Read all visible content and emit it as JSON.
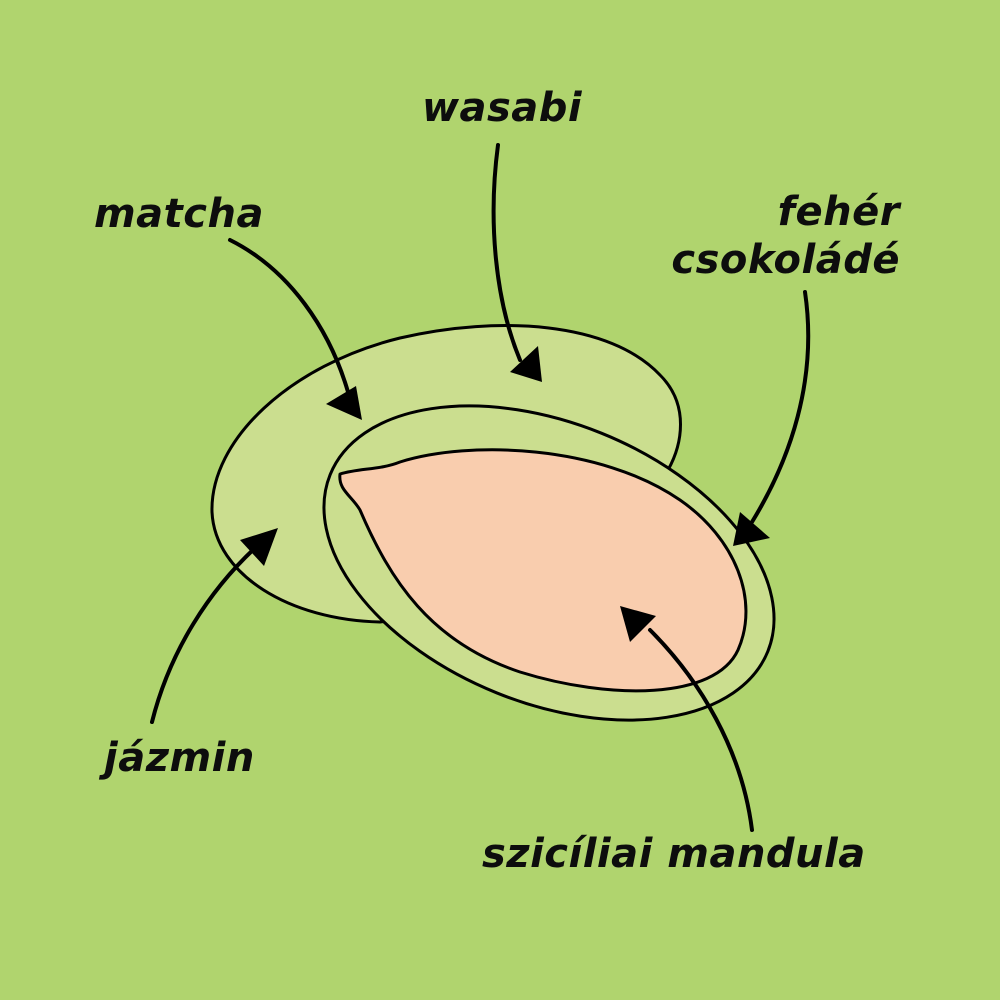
{
  "labels": {
    "wasabi": "wasabi",
    "matcha": "matcha",
    "feher_line1": "fehér",
    "feher_line2": "csokoládé",
    "jazmin": "jázmin",
    "mandula": "szicíliai mandula"
  },
  "colors": {
    "background": "#b0d46e",
    "outer_coating": "#cbde8f",
    "inner_coating": "#cbde8f",
    "almond": "#f9cdae",
    "outline": "#000000"
  }
}
